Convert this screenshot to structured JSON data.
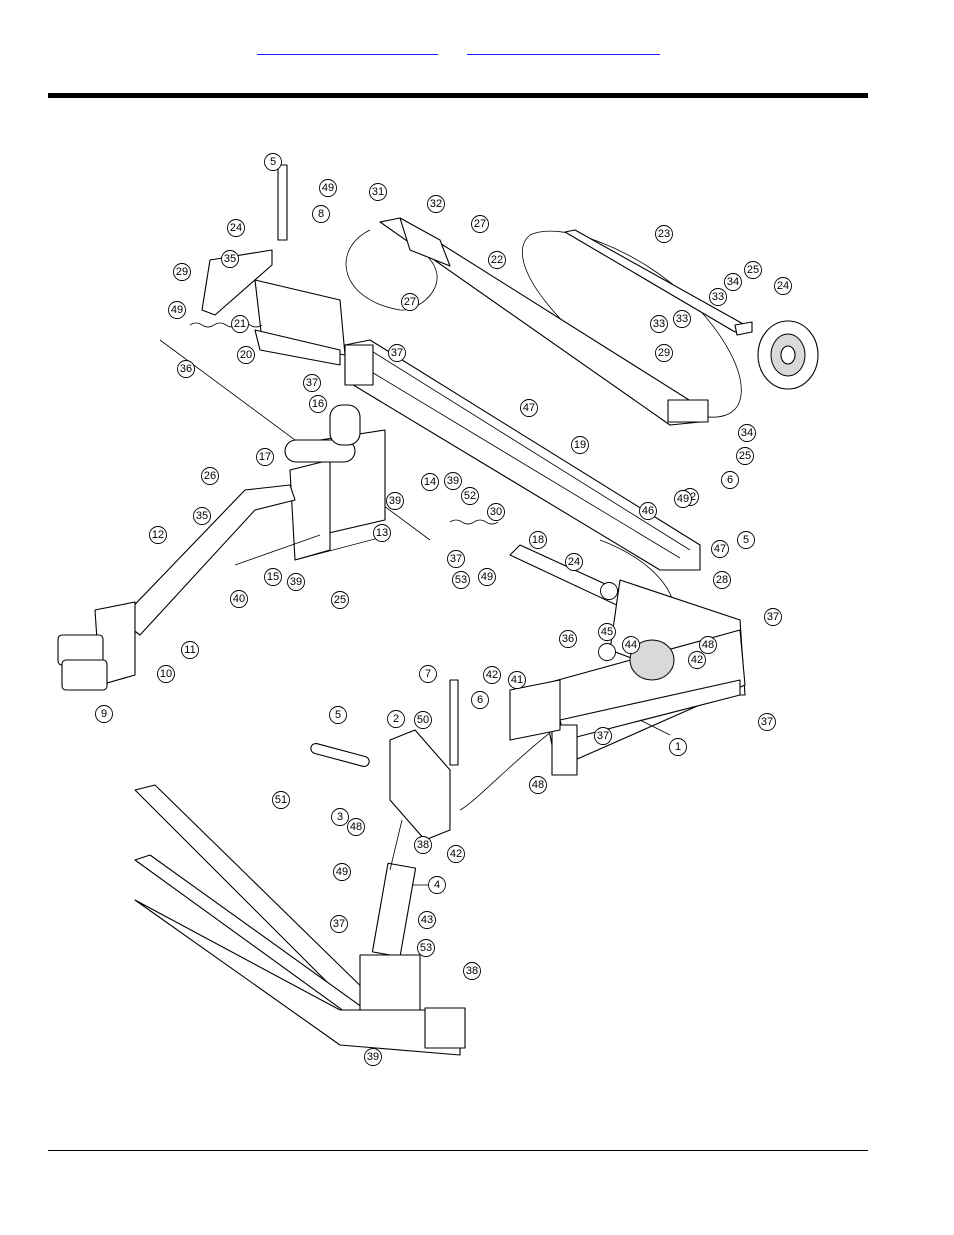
{
  "header": {
    "links": [
      {
        "label": ""
      },
      {
        "label": ""
      }
    ]
  },
  "figure": {
    "callouts": [
      {
        "n": "1"
      },
      {
        "n": "2"
      },
      {
        "n": "3"
      },
      {
        "n": "4"
      },
      {
        "n": "5"
      },
      {
        "n": "5"
      },
      {
        "n": "5"
      },
      {
        "n": "6"
      },
      {
        "n": "6"
      },
      {
        "n": "7"
      },
      {
        "n": "8"
      },
      {
        "n": "9"
      },
      {
        "n": "10"
      },
      {
        "n": "11"
      },
      {
        "n": "12"
      },
      {
        "n": "13"
      },
      {
        "n": "14"
      },
      {
        "n": "15"
      },
      {
        "n": "16"
      },
      {
        "n": "17"
      },
      {
        "n": "18"
      },
      {
        "n": "19"
      },
      {
        "n": "20"
      },
      {
        "n": "21"
      },
      {
        "n": "22"
      },
      {
        "n": "23"
      },
      {
        "n": "24"
      },
      {
        "n": "24"
      },
      {
        "n": "24"
      },
      {
        "n": "25"
      },
      {
        "n": "25"
      },
      {
        "n": "25"
      },
      {
        "n": "26"
      },
      {
        "n": "27"
      },
      {
        "n": "27"
      },
      {
        "n": "28"
      },
      {
        "n": "29"
      },
      {
        "n": "29"
      },
      {
        "n": "30"
      },
      {
        "n": "31"
      },
      {
        "n": "32"
      },
      {
        "n": "33"
      },
      {
        "n": "33"
      },
      {
        "n": "33"
      },
      {
        "n": "34"
      },
      {
        "n": "34"
      },
      {
        "n": "35"
      },
      {
        "n": "35"
      },
      {
        "n": "36"
      },
      {
        "n": "36"
      },
      {
        "n": "37"
      },
      {
        "n": "37"
      },
      {
        "n": "37"
      },
      {
        "n": "37"
      },
      {
        "n": "37"
      },
      {
        "n": "37"
      },
      {
        "n": "37"
      },
      {
        "n": "38"
      },
      {
        "n": "38"
      },
      {
        "n": "39"
      },
      {
        "n": "39"
      },
      {
        "n": "39"
      },
      {
        "n": "39"
      },
      {
        "n": "40"
      },
      {
        "n": "41"
      },
      {
        "n": "42"
      },
      {
        "n": "42"
      },
      {
        "n": "42"
      },
      {
        "n": "42"
      },
      {
        "n": "43"
      },
      {
        "n": "44"
      },
      {
        "n": "45"
      },
      {
        "n": "46"
      },
      {
        "n": "47"
      },
      {
        "n": "47"
      },
      {
        "n": "48"
      },
      {
        "n": "48"
      },
      {
        "n": "48"
      },
      {
        "n": "49"
      },
      {
        "n": "49"
      },
      {
        "n": "49"
      },
      {
        "n": "49"
      },
      {
        "n": "49"
      },
      {
        "n": "50"
      },
      {
        "n": "51"
      },
      {
        "n": "52"
      },
      {
        "n": "53"
      },
      {
        "n": "53"
      }
    ]
  }
}
